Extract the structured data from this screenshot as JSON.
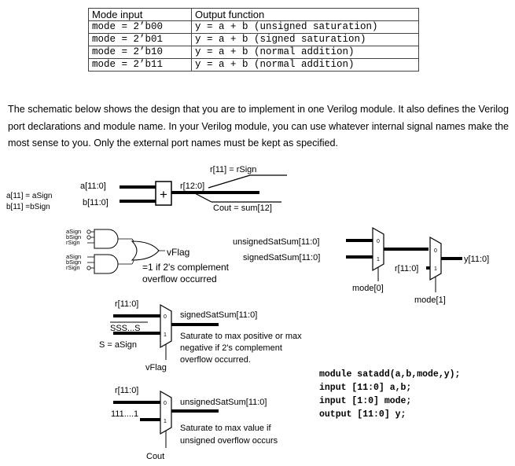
{
  "table": {
    "headers": [
      "Mode input",
      "Output function"
    ],
    "rows": [
      [
        "mode = 2’b00",
        "y = a + b (unsigned saturation)"
      ],
      [
        "mode = 2’b01",
        "y = a + b (signed saturation)"
      ],
      [
        "mode = 2’b10",
        "y = a + b (normal addition)"
      ],
      [
        "mode = 2’b11",
        "y = a + b (normal addition)"
      ]
    ]
  },
  "paragraph": "The schematic below shows the design that you are to implement in one Verilog module. It also defines the Verilog port declarations and module name. In your Verilog module, you can use whatever internal signal names make the most sense to you. Only the external port names must be kept as specified.",
  "schematic": {
    "adder": {
      "r11_rsign": "r[11] = rSign",
      "a_in": "a[11:0]",
      "b_in": "b[11:0]",
      "a11": "a[11] = aSign",
      "b11": "b[11] =bSign",
      "plus": "+",
      "r_out": "r[12:0]",
      "cout": "Cout = sum[12]"
    },
    "vflag_logic": {
      "g1_in": [
        "aSign",
        "bSign",
        "rSign"
      ],
      "g2_in": [
        "aSign",
        "bSign",
        "rSign"
      ],
      "vflag": "vFlag",
      "desc1": "=1 if 2's complement",
      "desc2": "overflow occurred"
    },
    "output_mux": {
      "unsigned_in": "unsignedSatSum[11:0]",
      "signed_in": "signedSatSum[11:0]",
      "sel0": "mode[0]",
      "r_in": "r[11:0]",
      "sel1": "mode[1]",
      "y_out": "y[11:0]",
      "port0": "0",
      "port1": "1"
    },
    "signed_mux": {
      "r_in": "r[11:0]",
      "sss": "SSS...S",
      "s_def": "S = aSign",
      "out": "signedSatSum[11:0]",
      "desc1": "Saturate to max positive or max",
      "desc2": "negative if 2's complement",
      "desc3": "overflow occurred.",
      "sel": "vFlag",
      "port0": "0",
      "port1": "1"
    },
    "unsigned_mux": {
      "r_in": "r[11:0]",
      "ones": "111....1",
      "out": "unsignedSatSum[11:0]",
      "desc1": "Saturate to max value if",
      "desc2": "unsigned overflow occurs",
      "sel": "Cout",
      "port0": "0",
      "port1": "1"
    }
  },
  "code": [
    "module satadd(a,b,mode,y);",
    "input [11:0] a,b;",
    "input [1:0] mode;",
    "output [11:0] y;"
  ]
}
